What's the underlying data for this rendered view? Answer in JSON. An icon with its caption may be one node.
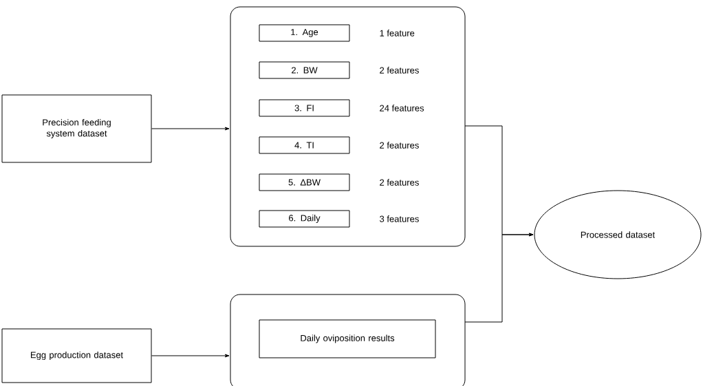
{
  "diagram": {
    "nodes": [
      {
        "text": [
          "Precision feeding system dataset"
        ]
      },
      {
        "text": [],
        "shape": "box"
      },
      {
        "text": [
          "1. Age"
        ],
        "in": 1,
        "beside": [
          "1 feature"
        ]
      },
      {
        "text": [
          "2. BW"
        ],
        "in": 1,
        "beside": [
          "2 features"
        ]
      },
      {
        "text": [
          "3. FI"
        ],
        "in": 1,
        "beside": [
          "24 features"
        ]
      },
      {
        "text": [
          "4. TI"
        ],
        "in": 1,
        "beside": [
          "2 features"
        ]
      },
      {
        "text": [
          "5. ΔBW"
        ],
        "in": 1,
        "beside": [
          "2 features"
        ]
      },
      {
        "text": [
          "6. Daily"
        ],
        "in": 1,
        "beside": [
          "3 features"
        ]
      },
      {
        "text": [
          "Egg production dataset"
        ]
      },
      {
        "text": [],
        "shape": "box"
      },
      {
        "text": [
          "Daily oviposition results"
        ],
        "in": 9
      },
      {
        "text": [
          "Processed dataset"
        ]
      }
    ],
    "edges": [
      {
        "from": 0,
        "to": 1,
        "arrow": "to"
      },
      {
        "from": 8,
        "to": 9,
        "arrow": "to"
      },
      {
        "from": 1,
        "to": 11,
        "arrow": "to"
      },
      {
        "from": 9,
        "to": 11,
        "arrow": "to"
      }
    ]
  }
}
